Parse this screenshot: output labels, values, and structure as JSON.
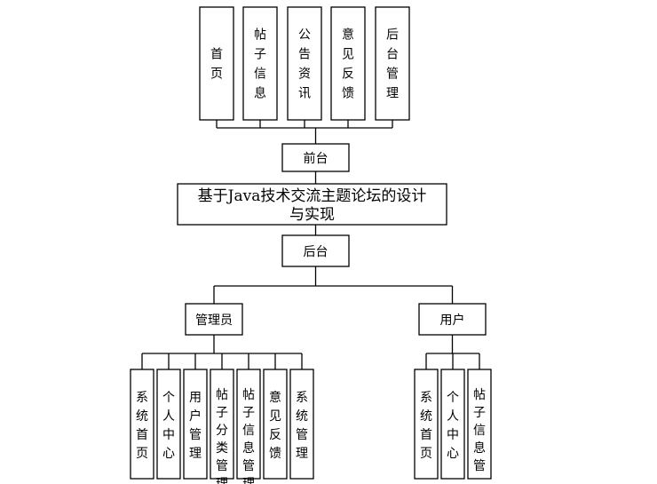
{
  "diagram": {
    "frontend_modules": [
      "首页",
      "帖子信息",
      "公告资讯",
      "意见反馈",
      "后台管理"
    ],
    "frontend": "前台",
    "title_line1": "基于Java技术交流主题论坛的设计",
    "title_line2": "与实现",
    "backend": "后台",
    "admin": "管理员",
    "user": "用户",
    "admin_modules": [
      "系统首页",
      "个人中心",
      "用户管理",
      "帖子分类管理",
      "帖子信息管理",
      "意见反馈",
      "系统管理"
    ],
    "user_modules": [
      "系统首页",
      "个人中心",
      "帖子信息管"
    ]
  }
}
